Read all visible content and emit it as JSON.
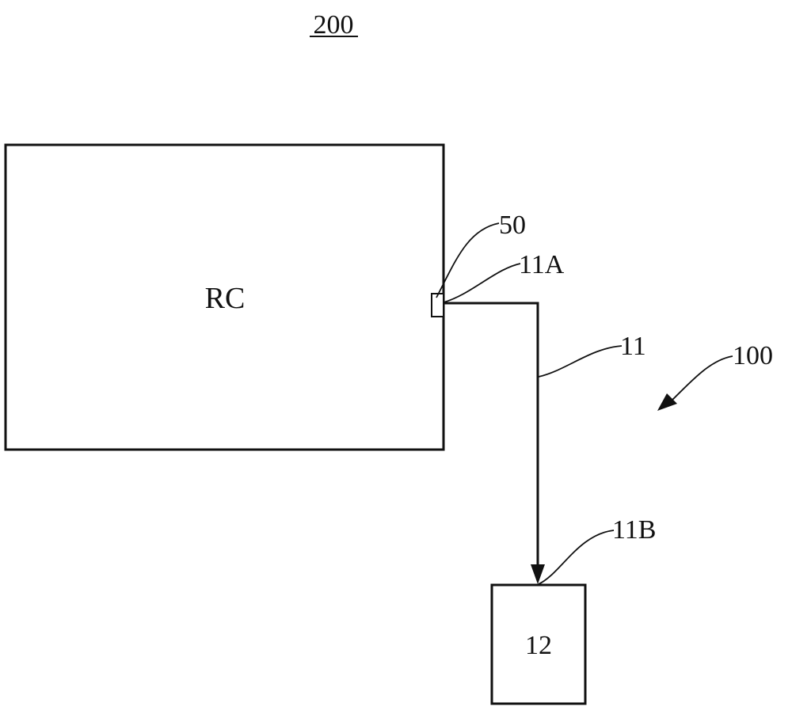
{
  "figure": {
    "number": "200"
  },
  "blocks": {
    "rc": {
      "label": "RC"
    },
    "unit": {
      "label": "12"
    }
  },
  "reference_labels": {
    "connector": "50",
    "line_start": "11A",
    "line": "11",
    "line_end": "11B",
    "system": "100"
  },
  "colors": {
    "ink": "#111111",
    "background": "#ffffff"
  }
}
